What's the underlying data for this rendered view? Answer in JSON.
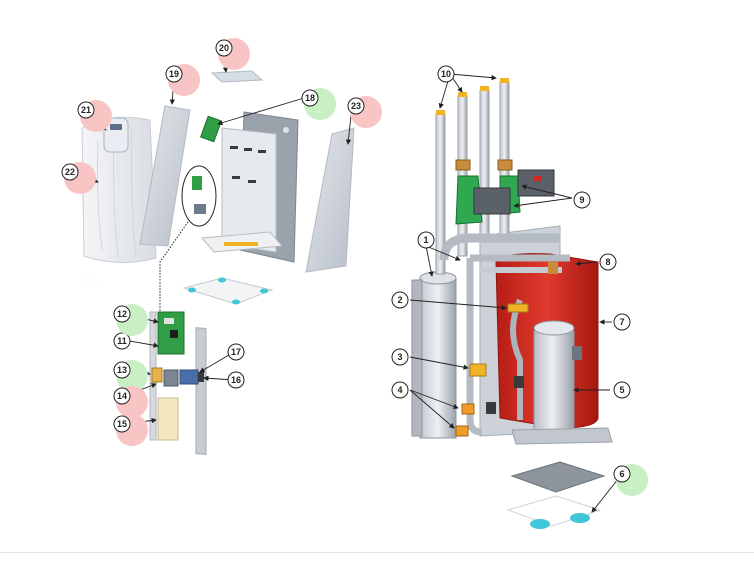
{
  "diagram": {
    "callouts": [
      {
        "id": "c1",
        "label": "1",
        "highlight": "none"
      },
      {
        "id": "c2",
        "label": "2",
        "highlight": "none"
      },
      {
        "id": "c3",
        "label": "3",
        "highlight": "none"
      },
      {
        "id": "c4",
        "label": "4",
        "highlight": "none"
      },
      {
        "id": "c5",
        "label": "5",
        "highlight": "none"
      },
      {
        "id": "c6",
        "label": "6",
        "highlight": "green"
      },
      {
        "id": "c7",
        "label": "7",
        "highlight": "none"
      },
      {
        "id": "c8",
        "label": "8",
        "highlight": "none"
      },
      {
        "id": "c9",
        "label": "9",
        "highlight": "none"
      },
      {
        "id": "c10",
        "label": "10",
        "highlight": "none"
      },
      {
        "id": "c11",
        "label": "11",
        "highlight": "none"
      },
      {
        "id": "c12",
        "label": "12",
        "highlight": "green"
      },
      {
        "id": "c13",
        "label": "13",
        "highlight": "green"
      },
      {
        "id": "c14",
        "label": "14",
        "highlight": "red"
      },
      {
        "id": "c15",
        "label": "15",
        "highlight": "red"
      },
      {
        "id": "c16",
        "label": "16",
        "highlight": "none"
      },
      {
        "id": "c17",
        "label": "17",
        "highlight": "none"
      },
      {
        "id": "c18",
        "label": "18",
        "highlight": "green"
      },
      {
        "id": "c19",
        "label": "19",
        "highlight": "red"
      },
      {
        "id": "c20",
        "label": "20",
        "highlight": "red"
      },
      {
        "id": "c21",
        "label": "21",
        "highlight": "red"
      },
      {
        "id": "c22",
        "label": "22",
        "highlight": "red"
      },
      {
        "id": "c23",
        "label": "23",
        "highlight": "red"
      }
    ],
    "colors": {
      "red_highlight": "#f9c4c4",
      "green_highlight": "#c9efc4",
      "tank_red": "#d9261c",
      "frame_grey": "#b9bec4",
      "pcb_green": "#2f9e44",
      "valve_yellow": "#f0b323",
      "pump_green": "#2fa84f",
      "accent_cyan": "#3fc6d8"
    }
  }
}
